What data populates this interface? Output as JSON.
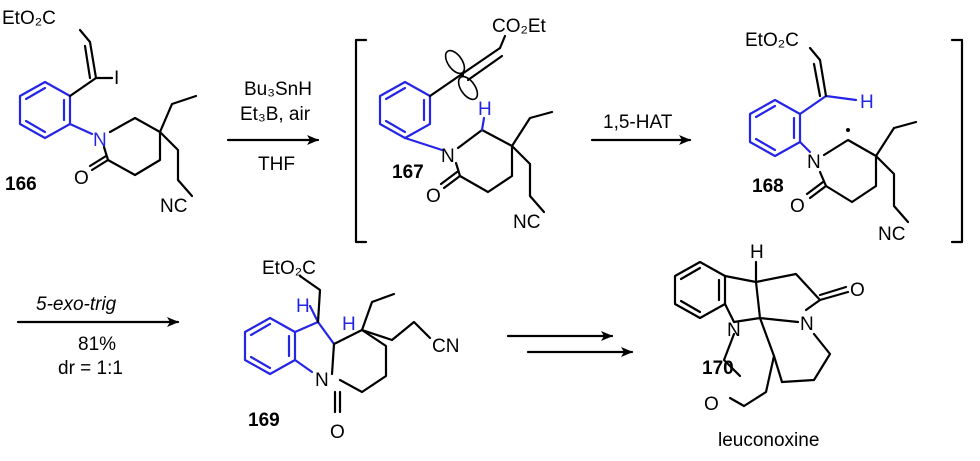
{
  "colors": {
    "highlight": "#2525e6",
    "text": "#000000"
  },
  "compound_166": {
    "label": "166",
    "ester": "EtO₂C",
    "iodo": "I",
    "n": "N",
    "o": "O",
    "nitrile": "NC"
  },
  "step1": {
    "reagent1": "Bu₃SnH",
    "reagent2": "Et₃B, air",
    "solvent": "THF"
  },
  "compound_167": {
    "label": "167",
    "ester": "CO₂Et",
    "h": "H",
    "n": "N",
    "o": "O",
    "nitrile": "NC"
  },
  "step2": {
    "label": "1,5-HAT"
  },
  "compound_168": {
    "label": "168",
    "ester": "EtO₂C",
    "h": "H",
    "n": "N",
    "o": "O",
    "nitrile": "NC"
  },
  "step3": {
    "label": "5-exo-trig",
    "yield": "81%",
    "dr": "dr = 1:1"
  },
  "compound_169": {
    "label": "169",
    "ester": "EtO₂C",
    "h1": "H",
    "h2": "H",
    "n": "N",
    "o": "O",
    "nitrile": "CN"
  },
  "compound_170": {
    "label": "170",
    "name": "leuconoxine",
    "h": "H",
    "n1": "N",
    "n2": "N",
    "o1": "O",
    "o2": "O"
  }
}
